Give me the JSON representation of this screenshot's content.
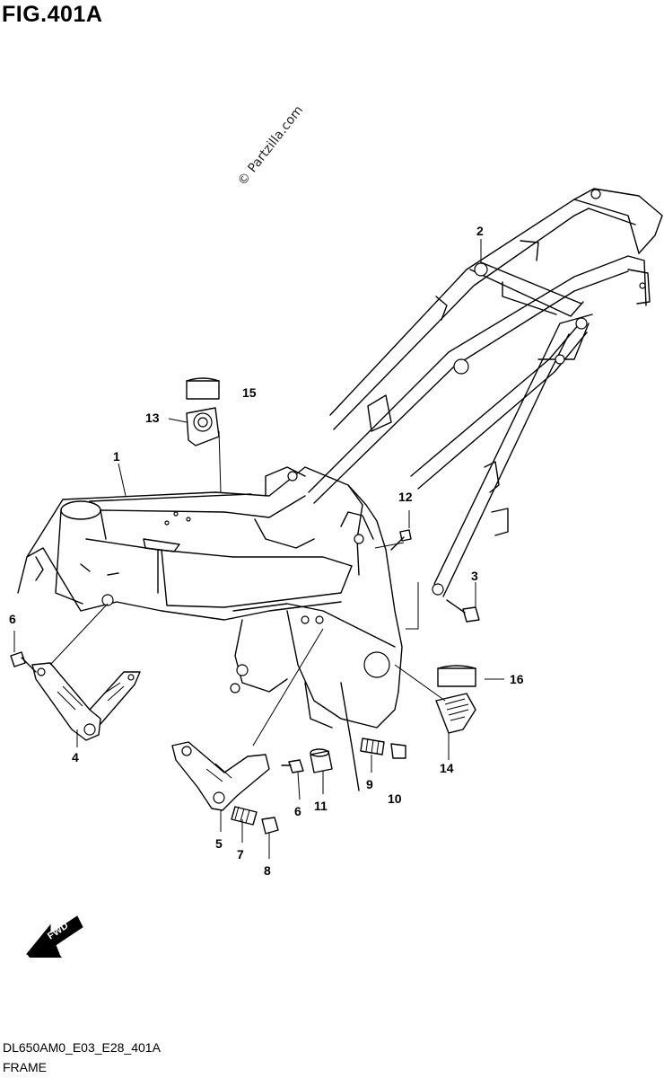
{
  "figure": {
    "title": "FIG.401A",
    "watermark": "© Partzilla.com",
    "code": "DL650AM0_E03_E28_401A",
    "name": "FRAME"
  },
  "fwd_label": "FWD",
  "callouts": [
    {
      "id": "1",
      "label": "1"
    },
    {
      "id": "2",
      "label": "2"
    },
    {
      "id": "3",
      "label": "3"
    },
    {
      "id": "4",
      "label": "4"
    },
    {
      "id": "5",
      "label": "5"
    },
    {
      "id": "6a",
      "label": "6"
    },
    {
      "id": "6b",
      "label": "6"
    },
    {
      "id": "7",
      "label": "7"
    },
    {
      "id": "8",
      "label": "8"
    },
    {
      "id": "9",
      "label": "9"
    },
    {
      "id": "10",
      "label": "10"
    },
    {
      "id": "11",
      "label": "11"
    },
    {
      "id": "12",
      "label": "12"
    },
    {
      "id": "13",
      "label": "13"
    },
    {
      "id": "14",
      "label": "14"
    },
    {
      "id": "15",
      "label": "15"
    },
    {
      "id": "16",
      "label": "16"
    }
  ]
}
